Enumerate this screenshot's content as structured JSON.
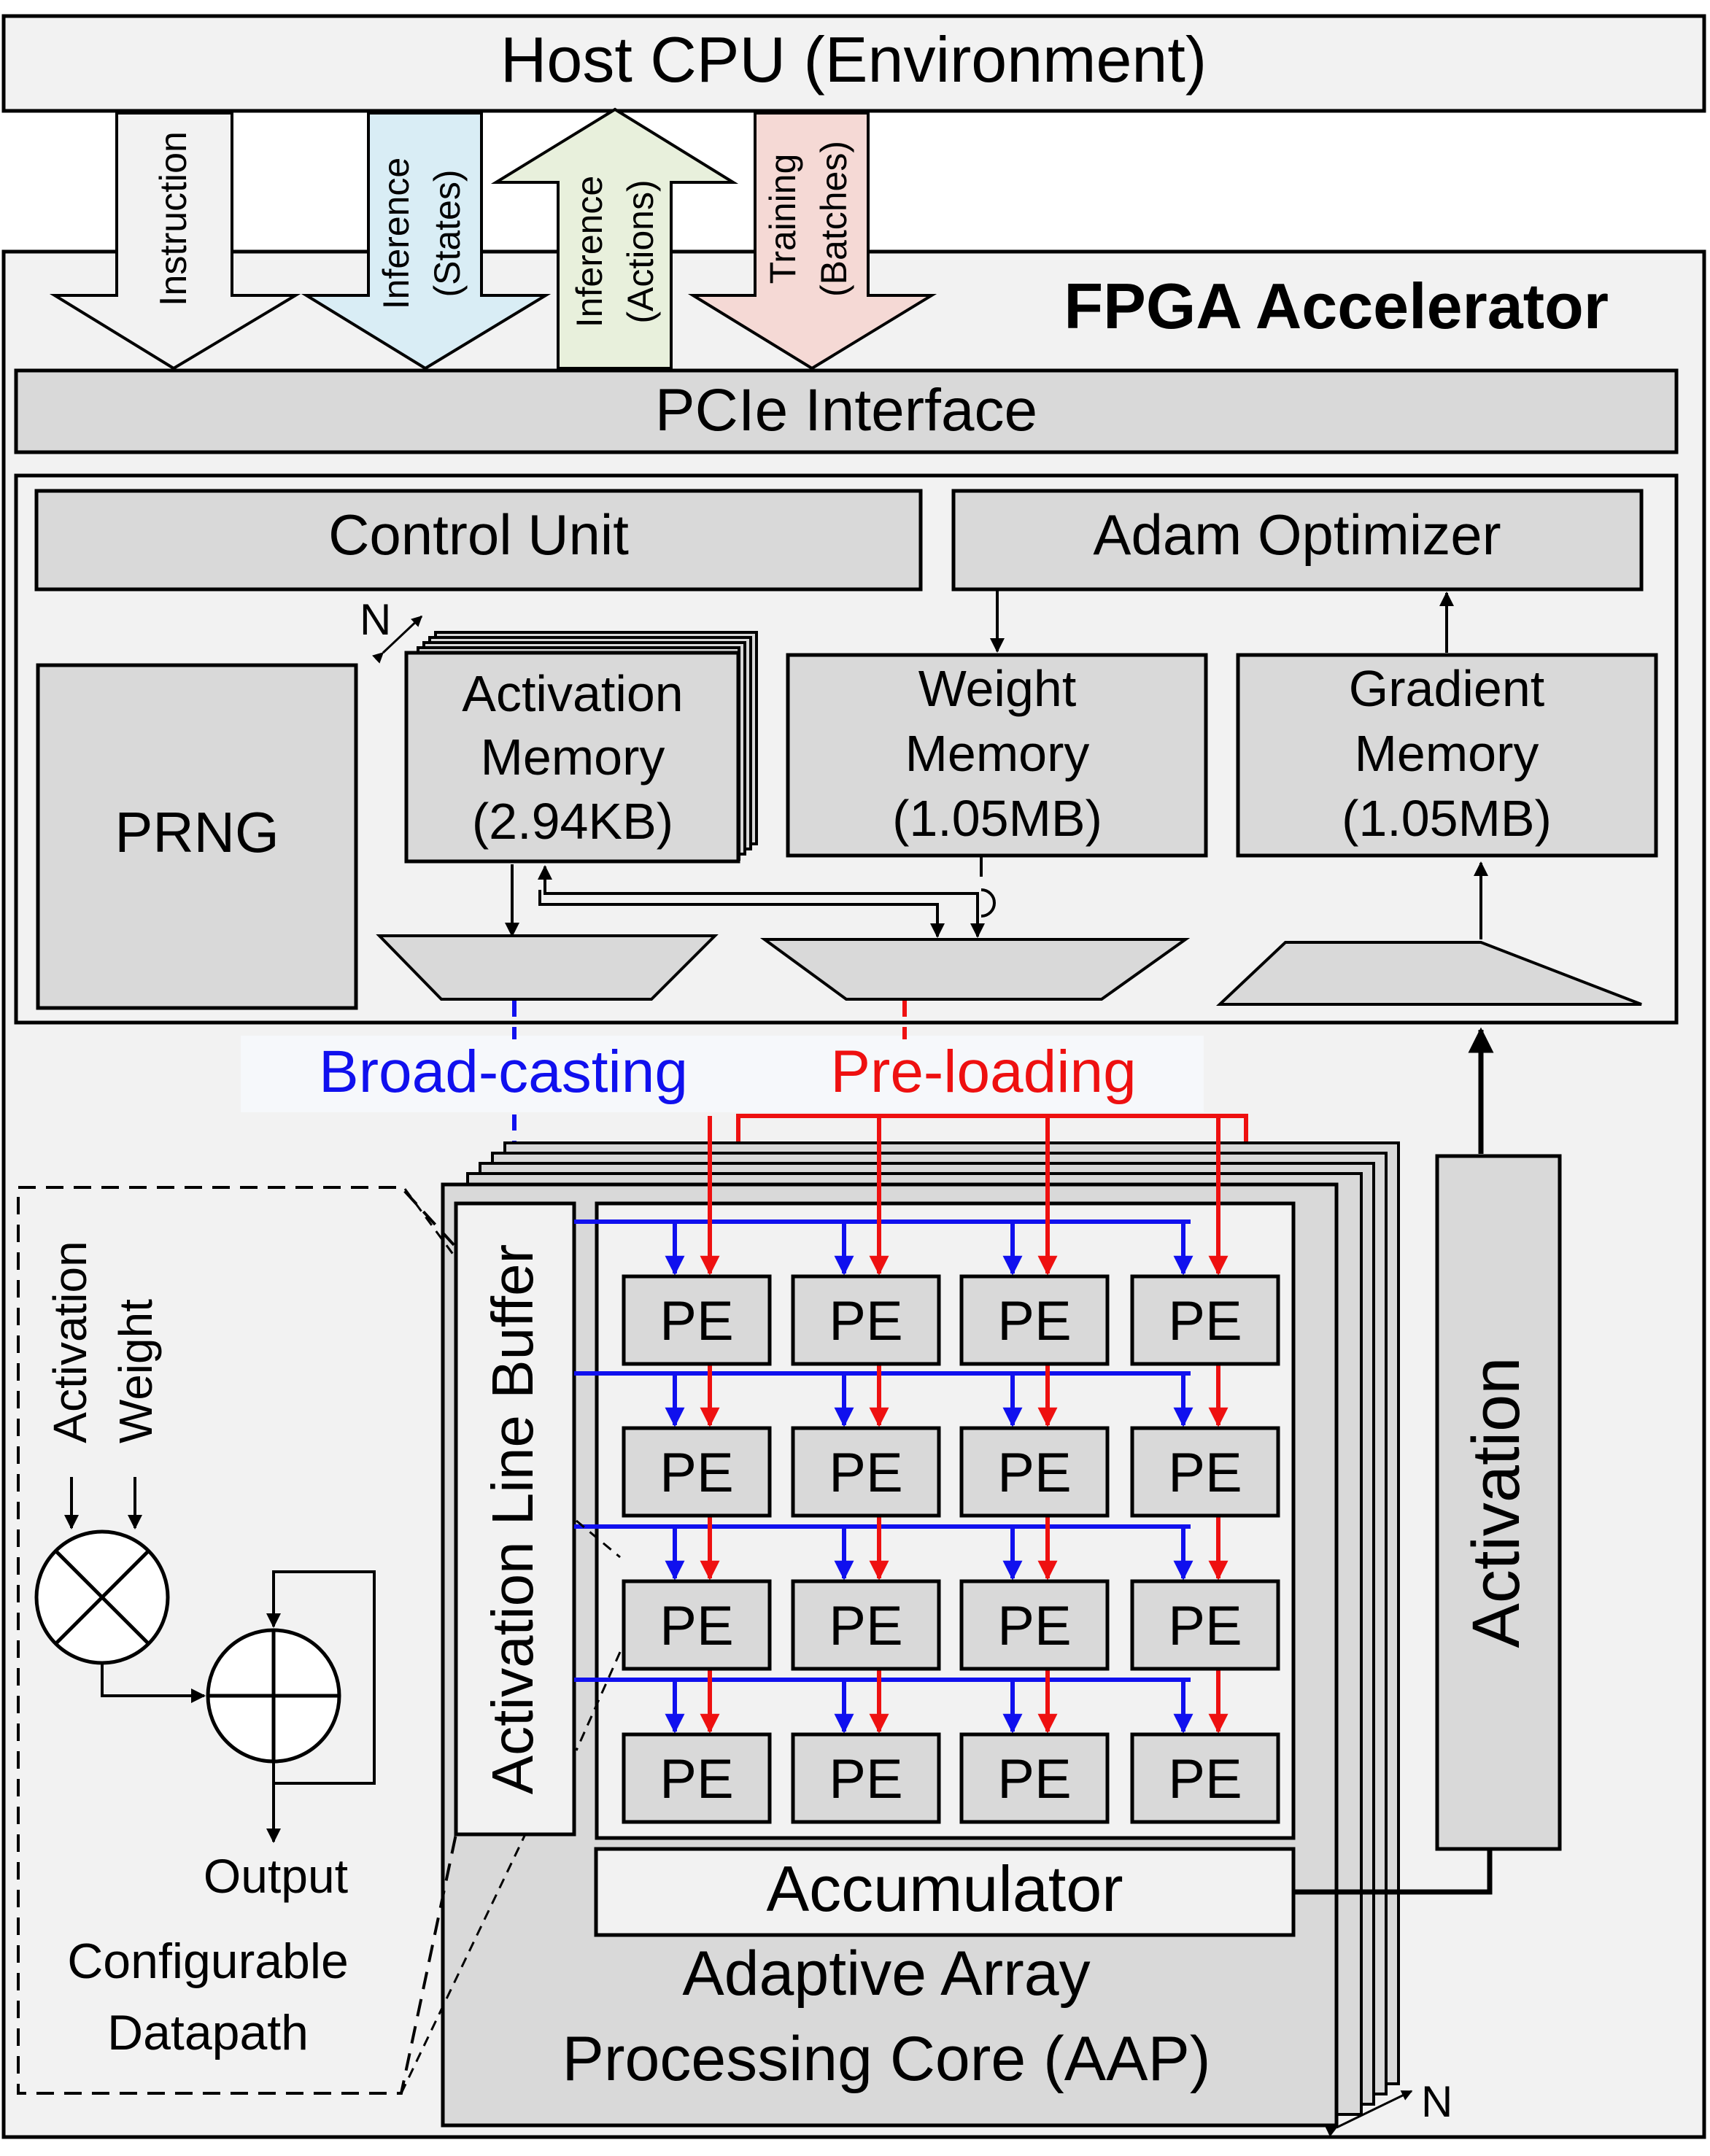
{
  "host": {
    "title": "Host CPU (Environment)"
  },
  "arrows": {
    "instruction": "Instruction",
    "inference_states": [
      "Inference",
      "(States)"
    ],
    "inference_actions": [
      "Inference",
      "(Actions)"
    ],
    "training_batches": [
      "Training",
      "(Batches)"
    ]
  },
  "fpga": {
    "title": "FPGA Accelerator",
    "pcie": "PCIe Interface",
    "control_unit": "Control Unit",
    "adam": "Adam Optimizer",
    "prng": "PRNG",
    "activation_memory": [
      "Activation",
      "Memory",
      "(2.94KB)"
    ],
    "weight_memory": [
      "Weight",
      "Memory",
      "(1.05MB)"
    ],
    "gradient_memory": [
      "Gradient",
      "Memory",
      "(1.05MB)"
    ],
    "n_label": "N",
    "broadcasting": "Broad-casting",
    "preloading": "Pre-loading"
  },
  "aap": {
    "line_buffer": "Activation Line Buffer",
    "pe_label": "PE",
    "accumulator": "Accumulator",
    "title": [
      "Adaptive Array",
      "Processing Core (AAP)"
    ],
    "n_label": "N",
    "activation_column": "Activation"
  },
  "datapath": {
    "activation": "Activation",
    "weight": "Weight",
    "output": "Output",
    "title": [
      "Configurable",
      "Datapath"
    ]
  },
  "colors": {
    "blue": "#1010ee",
    "red": "#ee1010",
    "box_fill": "#d9d9d9",
    "panel_fill": "#f2f2f2",
    "instruction_arrow": "#f2f2f2",
    "states_arrow": "#d9edf5",
    "actions_arrow": "#e8f0dc",
    "batches_arrow": "#f5d9d5"
  }
}
